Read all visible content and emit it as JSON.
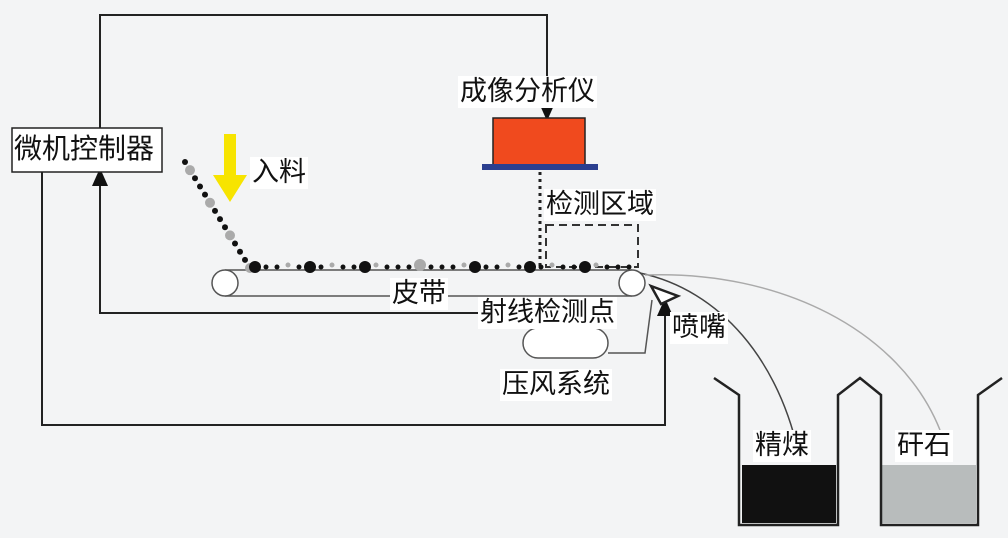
{
  "labels": {
    "controller": "微机控制器",
    "analyzer": "成像分析仪",
    "feed": "入料",
    "detection_zone": "检测区域",
    "belt": "皮带",
    "ray_point": "射线检测点",
    "nozzle": "喷嘴",
    "air_system": "压风系统",
    "clean_coal": "精煤",
    "gangue": "矸石"
  },
  "colors": {
    "analyzer_body": "#f04a1e",
    "analyzer_base": "#2b3f8f",
    "feed_arrow": "#f7e400",
    "clean_coal": "#111111",
    "gangue": "#b8bcbc"
  }
}
